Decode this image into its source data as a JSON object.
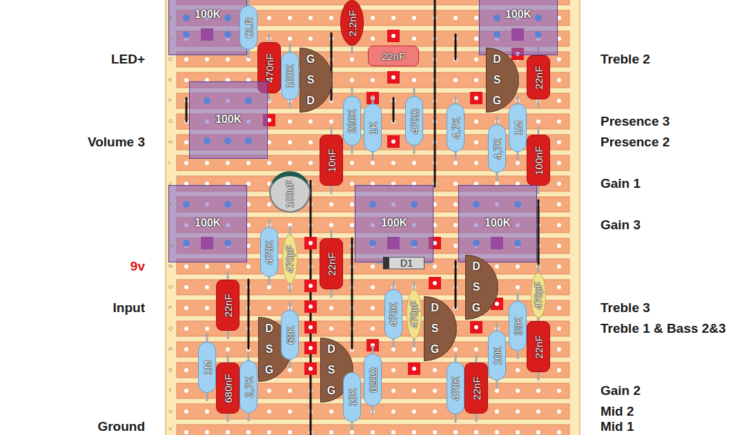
{
  "diagram": {
    "nodes": [
      {
        "text": [
          "100K"
        ]
      },
      {
        "text": [
          "CLR"
        ]
      },
      {
        "text": [
          "2,2nF"
        ]
      },
      {
        "text": [
          "100K"
        ]
      },
      {
        "text": [
          "22nF"
        ]
      },
      {
        "text": [
          "470nF"
        ]
      },
      {
        "text": [
          "100K"
        ]
      },
      {
        "text": [
          "G",
          "S",
          "D"
        ]
      },
      {
        "text": [
          "D",
          "S",
          "G"
        ]
      },
      {
        "text": [
          "22nF"
        ]
      },
      {
        "text": [
          "100K"
        ]
      },
      {
        "text": [
          "220K"
        ]
      },
      {
        "text": [
          "1K"
        ]
      },
      {
        "text": [
          "470Ω"
        ]
      },
      {
        "text": [
          "4,7K"
        ]
      },
      {
        "text": [
          "1M"
        ]
      },
      {
        "text": [
          "4,7K"
        ]
      },
      {
        "text": [
          "10nF"
        ]
      },
      {
        "text": [
          "100nF"
        ]
      },
      {
        "text": [
          "100uF"
        ]
      },
      {
        "text": [
          "100K"
        ]
      },
      {
        "text": [
          "100K"
        ]
      },
      {
        "text": [
          "100K"
        ]
      },
      {
        "text": [
          "470K"
        ]
      },
      {
        "text": [
          "470pF"
        ]
      },
      {
        "text": [
          "22nF"
        ]
      },
      {
        "text": [
          "D1"
        ]
      },
      {
        "text": [
          "D",
          "S",
          "G"
        ]
      },
      {
        "text": [
          "470pF"
        ]
      },
      {
        "text": [
          "22nF"
        ]
      },
      {
        "text": [
          "470K"
        ]
      },
      {
        "text": [
          "470pF"
        ]
      },
      {
        "text": [
          "D",
          "S",
          "G"
        ]
      },
      {
        "text": [
          "33K"
        ]
      },
      {
        "text": [
          "D",
          "S",
          "G"
        ]
      },
      {
        "text": [
          "68K"
        ]
      },
      {
        "text": [
          "22nF"
        ]
      },
      {
        "text": [
          "D",
          "S",
          "G"
        ]
      },
      {
        "text": [
          "10K"
        ]
      },
      {
        "text": [
          "1M"
        ]
      },
      {
        "text": [
          "680nF"
        ]
      },
      {
        "text": [
          "2,7K"
        ]
      },
      {
        "text": [
          "820Ω"
        ]
      },
      {
        "text": [
          "10K"
        ]
      },
      {
        "text": [
          "470K"
        ]
      },
      {
        "text": [
          "22nF"
        ]
      }
    ],
    "labels": [
      "B",
      "C",
      "D",
      "E",
      "F",
      "G",
      "H",
      "I",
      "J",
      "K",
      "L",
      "M",
      "N",
      "O",
      "P",
      "Q",
      "R",
      "S",
      "T",
      "U",
      "V",
      "LED+",
      "Volume 3",
      "9v",
      "Input",
      "Ground",
      "Treble 2",
      "Presence 3",
      "Presence 2",
      "Gain 1",
      "Gain 3",
      "Treble 3",
      "Treble 1 & Bass 2&3",
      "Gain 2",
      "Mid 2",
      "Mid 1"
    ]
  }
}
